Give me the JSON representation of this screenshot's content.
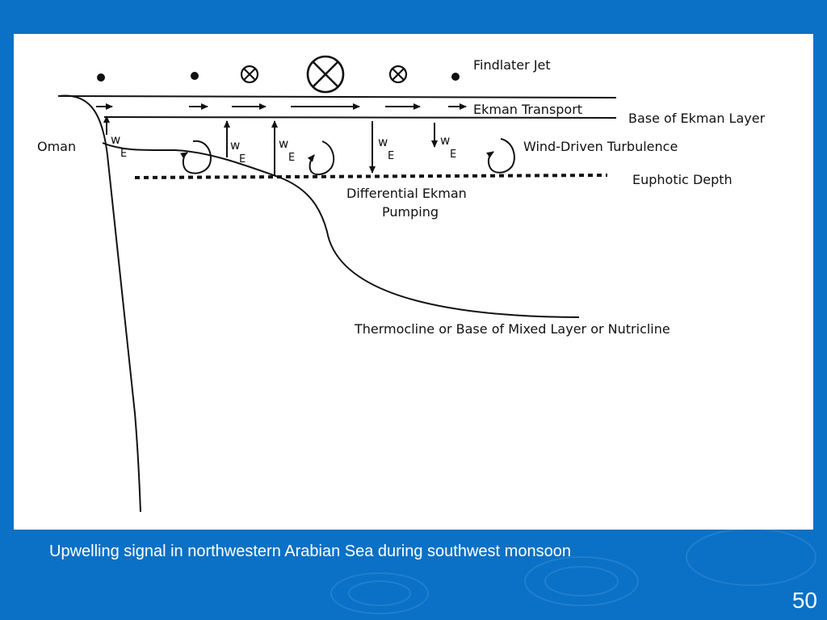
{
  "slide": {
    "caption": "Upwelling signal in northwestern Arabian Sea during southwest monsoon",
    "number": "50",
    "background_color": "#0b71c6"
  },
  "diagram": {
    "labels": {
      "findlater_jet": "Findlater Jet",
      "ekman_transport": "Ekman Transport",
      "base_ekman_layer": "Base of Ekman Layer",
      "wind_driven_turbulence": "Wind-Driven Turbulence",
      "euphotic_depth": "Euphotic Depth",
      "differential_pumping_1": "Differential Ekman",
      "differential_pumping_2": "Pumping",
      "thermocline": "Thermocline or Base of Mixed Layer or Nutricline",
      "oman": "Oman",
      "w": "w",
      "e": "E"
    }
  }
}
